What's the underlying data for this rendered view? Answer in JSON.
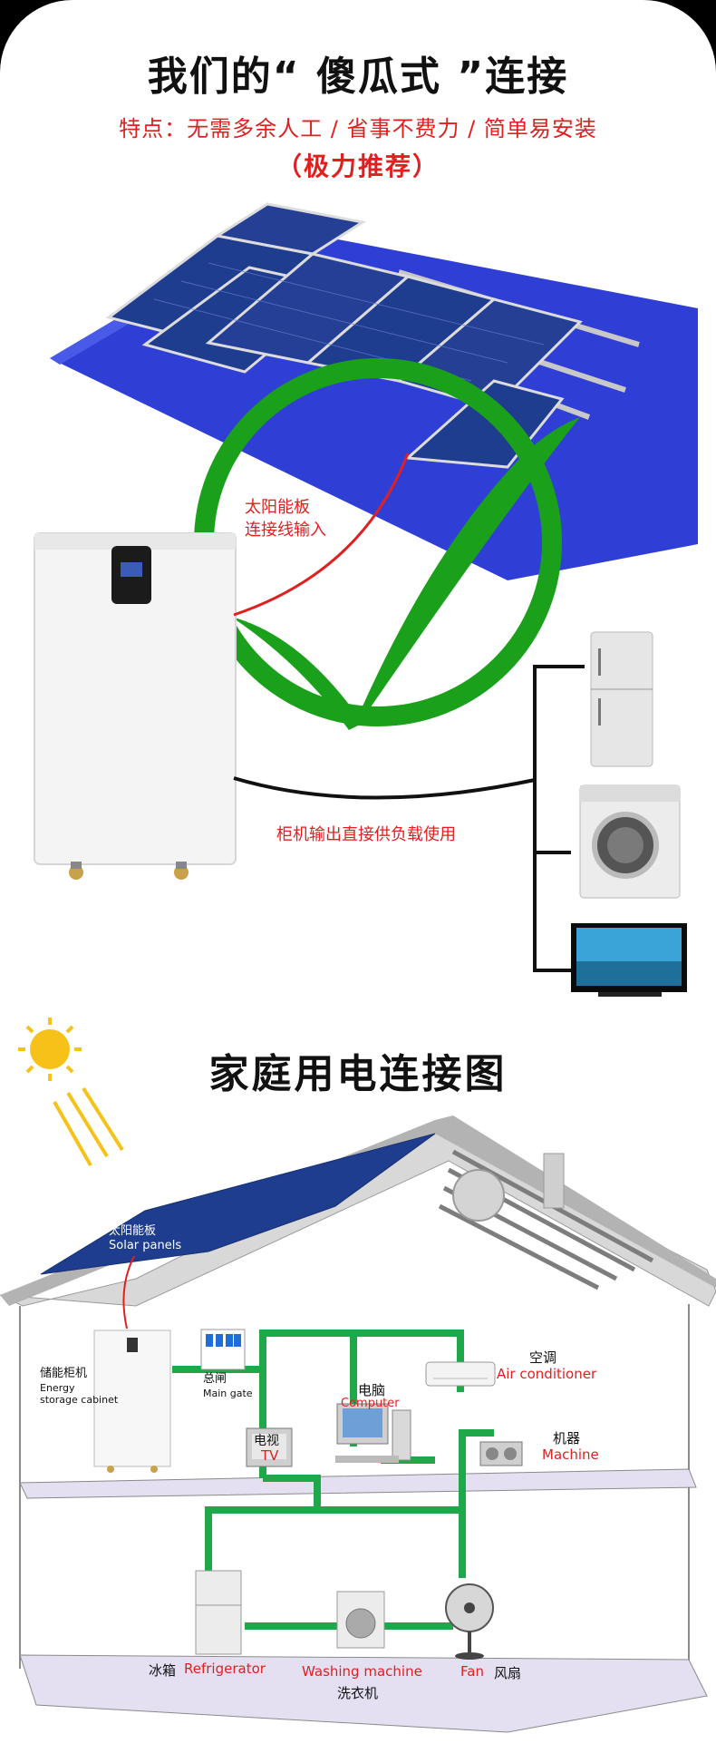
{
  "section1": {
    "title": "我们的“ 傻瓜式 ”连接",
    "features": "特点：无需多余人工 / 省事不费力 / 简单易安装",
    "recommend": "（极力推荐）",
    "panel_input_line1": "太阳能板",
    "panel_input_line2": "连接线输入",
    "cabinet_output": "柜机输出直接供负载使用"
  },
  "section2": {
    "title": "家庭用电连接图",
    "solar_panels_zh": "太阳能板",
    "solar_panels_en": "Solar panels",
    "storage_zh": "储能柜机",
    "storage_en_1": "Energy",
    "storage_en_2": "storage cabinet",
    "main_gate_zh": "总闸",
    "main_gate_en": "Main gate",
    "computer_zh": "电脑",
    "computer_en": "Computer",
    "ac_zh": "空调",
    "ac_en": "Air conditioner",
    "tv_zh": "电视",
    "tv_en": "TV",
    "machine_zh": "机器",
    "machine_en": "Machine",
    "fridge_zh": "冰箱",
    "fridge_en": "Refrigerator",
    "washer_en": "Washing machine",
    "washer_zh": "洗衣机",
    "fan_en": "Fan",
    "fan_zh": "风扇"
  },
  "colors": {
    "accent_red": "#e02020",
    "check_green": "#1aa01a",
    "wire_green": "#1ea84a",
    "panel_blue": "#1f3d8f",
    "roof_blue": "#2f3fd6"
  },
  "icons": [
    "checkmark-icon",
    "sun-icon",
    "solar-panel-icon",
    "refrigerator-icon",
    "washing-machine-icon",
    "tv-icon",
    "computer-icon",
    "air-conditioner-icon",
    "fan-icon",
    "radio-icon",
    "breaker-icon"
  ]
}
